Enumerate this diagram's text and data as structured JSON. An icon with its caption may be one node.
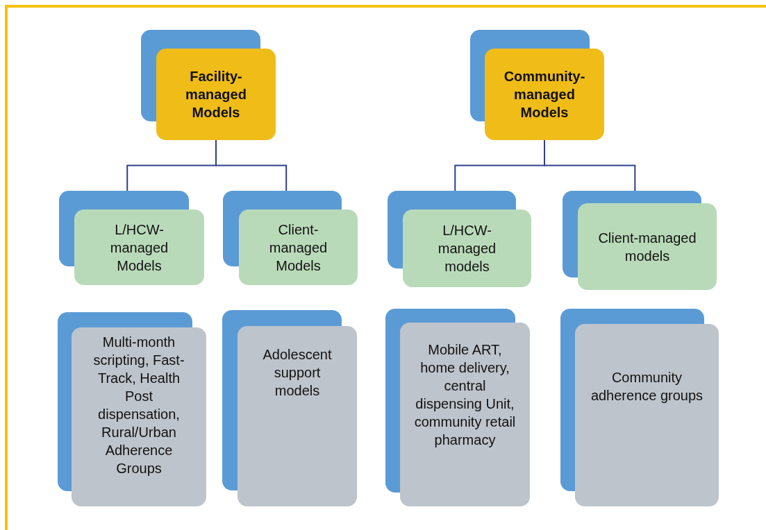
{
  "diagram": {
    "nodes": [
      {
        "text": [
          "Facility-managed Models"
        ]
      },
      {
        "text": [
          "Community-managed Models"
        ]
      },
      {
        "text": [
          "L/HCW-managed Models"
        ]
      },
      {
        "text": [
          "Client-managed Models"
        ]
      },
      {
        "text": [
          "L/HCW-managed models"
        ]
      },
      {
        "text": [
          "Client-managed models"
        ]
      },
      {
        "text": [
          "Multi-month scripting, Fast-Track, Health Post dispensation, Rural/Urban Adherence Groups"
        ]
      },
      {
        "text": [
          "Adolescent support models"
        ]
      },
      {
        "text": [
          "Mobile ART, home delivery, central dispensing Unit, community retail pharmacy"
        ]
      },
      {
        "text": [
          "Community adherence groups"
        ]
      }
    ],
    "edges": [
      {
        "from": 0,
        "to": 2,
        "arrow": "none"
      },
      {
        "from": 0,
        "to": 3,
        "arrow": "none"
      },
      {
        "from": 1,
        "to": 4,
        "arrow": "none"
      },
      {
        "from": 1,
        "to": 5,
        "arrow": "none"
      }
    ]
  }
}
